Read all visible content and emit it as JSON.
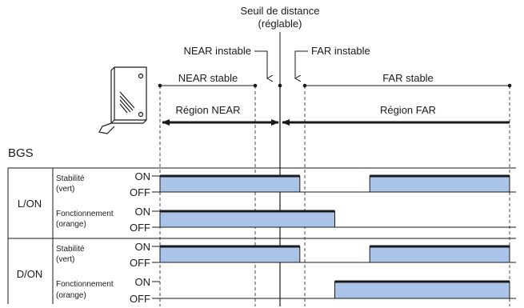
{
  "header": {
    "threshold_line1": "Seuil de distance",
    "threshold_line2": "(réglable)",
    "near_unstable": "NEAR instable",
    "far_unstable": "FAR instable",
    "near_stable": "NEAR stable",
    "far_stable": "FAR stable",
    "near_region": "Région NEAR",
    "far_region": "Région FAR"
  },
  "sensor_title": "BGS",
  "modes": [
    {
      "name": "L/ON",
      "rows": [
        {
          "label1": "Stabilité",
          "label2": "(vert)",
          "on": "ON",
          "off": "OFF",
          "pulses": [
            [
              0.0,
              0.4
            ],
            [
              0.6,
              1.0
            ]
          ]
        },
        {
          "label1": "Fonctionnement",
          "label2": "(orange)",
          "on": "ON",
          "off": "OFF",
          "pulses": [
            [
              0.0,
              0.5
            ]
          ]
        }
      ]
    },
    {
      "name": "D/ON",
      "rows": [
        {
          "label1": "Stabilité",
          "label2": "(vert)",
          "on": "ON",
          "off": "OFF",
          "pulses": [
            [
              0.0,
              0.4
            ],
            [
              0.6,
              1.0
            ]
          ]
        },
        {
          "label1": "Fonctionnement",
          "label2": "(orange)",
          "on": "ON",
          "off": "OFF",
          "pulses": [
            [
              0.5,
              1.0
            ]
          ]
        }
      ]
    }
  ],
  "colors": {
    "signal_fill": "#a9c4e8",
    "line": "#1a1a1a"
  }
}
